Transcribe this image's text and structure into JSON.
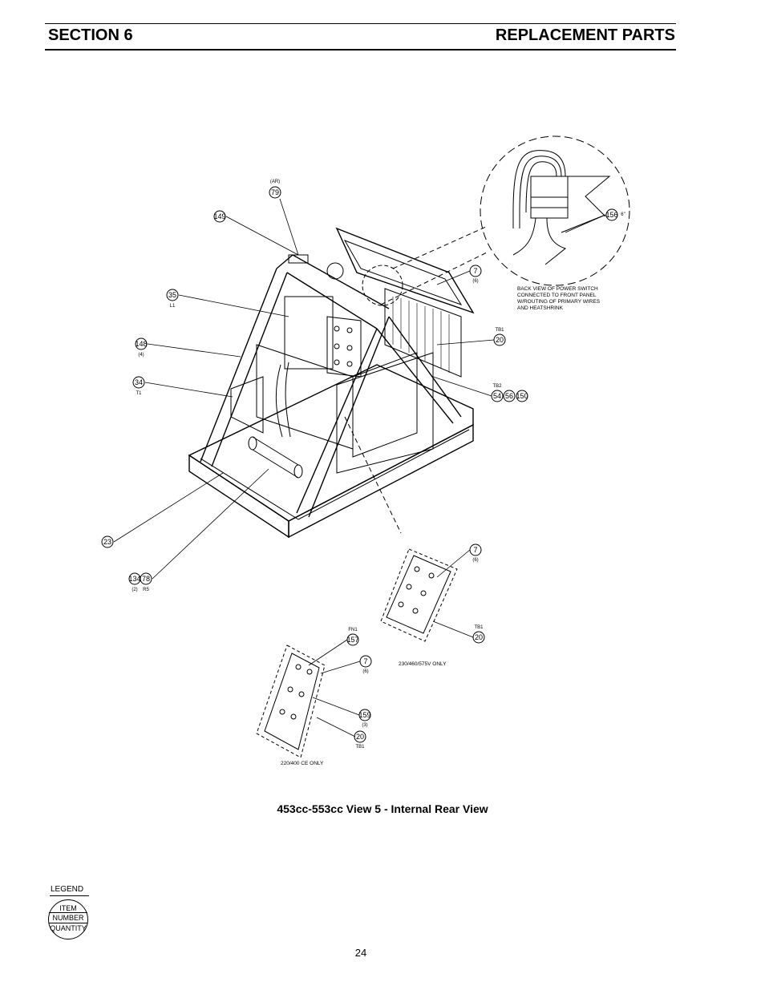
{
  "header": {
    "section": "SECTION 6",
    "title": "REPLACEMENT PARTS"
  },
  "callouts": {
    "c79_note": "(AR)",
    "c79": "79",
    "c149": "149",
    "c35": "35",
    "c35_sub": "L1",
    "c148": "148",
    "c148_sub": "(4)",
    "c34": "34",
    "c34_sub": "T1",
    "c23": "23",
    "c134": "134",
    "c78": "78",
    "c134_sub": "(2)",
    "c78_sub": "R5",
    "c7a": "7",
    "c7a_sub": "(6)",
    "c20a_note": "TB1",
    "c20a": "20",
    "c54_note": "TB2",
    "c54": "54",
    "c56": "56",
    "c150": "150",
    "c156": "156",
    "c156_sub": "6\"",
    "c7b": "7",
    "c7b_sub": "(6)",
    "c20b_note": "TB1",
    "c20b": "20",
    "c157_note": "FN1",
    "c157": "157",
    "c7c": "7",
    "c7c_sub": "(6)",
    "c159": "159",
    "c159_sub": "(3)",
    "c20c": "20",
    "c20c_sub": "TB1"
  },
  "notes": {
    "power_switch": [
      "BACK VIEW OF POWER SWITCH",
      "CONNECTED TO FRONT PANEL",
      "W/ROUTING OF PRIMARY WIRES",
      "AND HEATSHRINK"
    ],
    "variant_a": "230/460/575V ONLY",
    "variant_b": "220/400 CE ONLY"
  },
  "caption": "453cc-553cc View 5 - Internal Rear View",
  "legend": {
    "title": "LEGEND",
    "line1": "ITEM",
    "line2": "NUMBER",
    "line3": "QUANTITY"
  },
  "page_number": "24"
}
